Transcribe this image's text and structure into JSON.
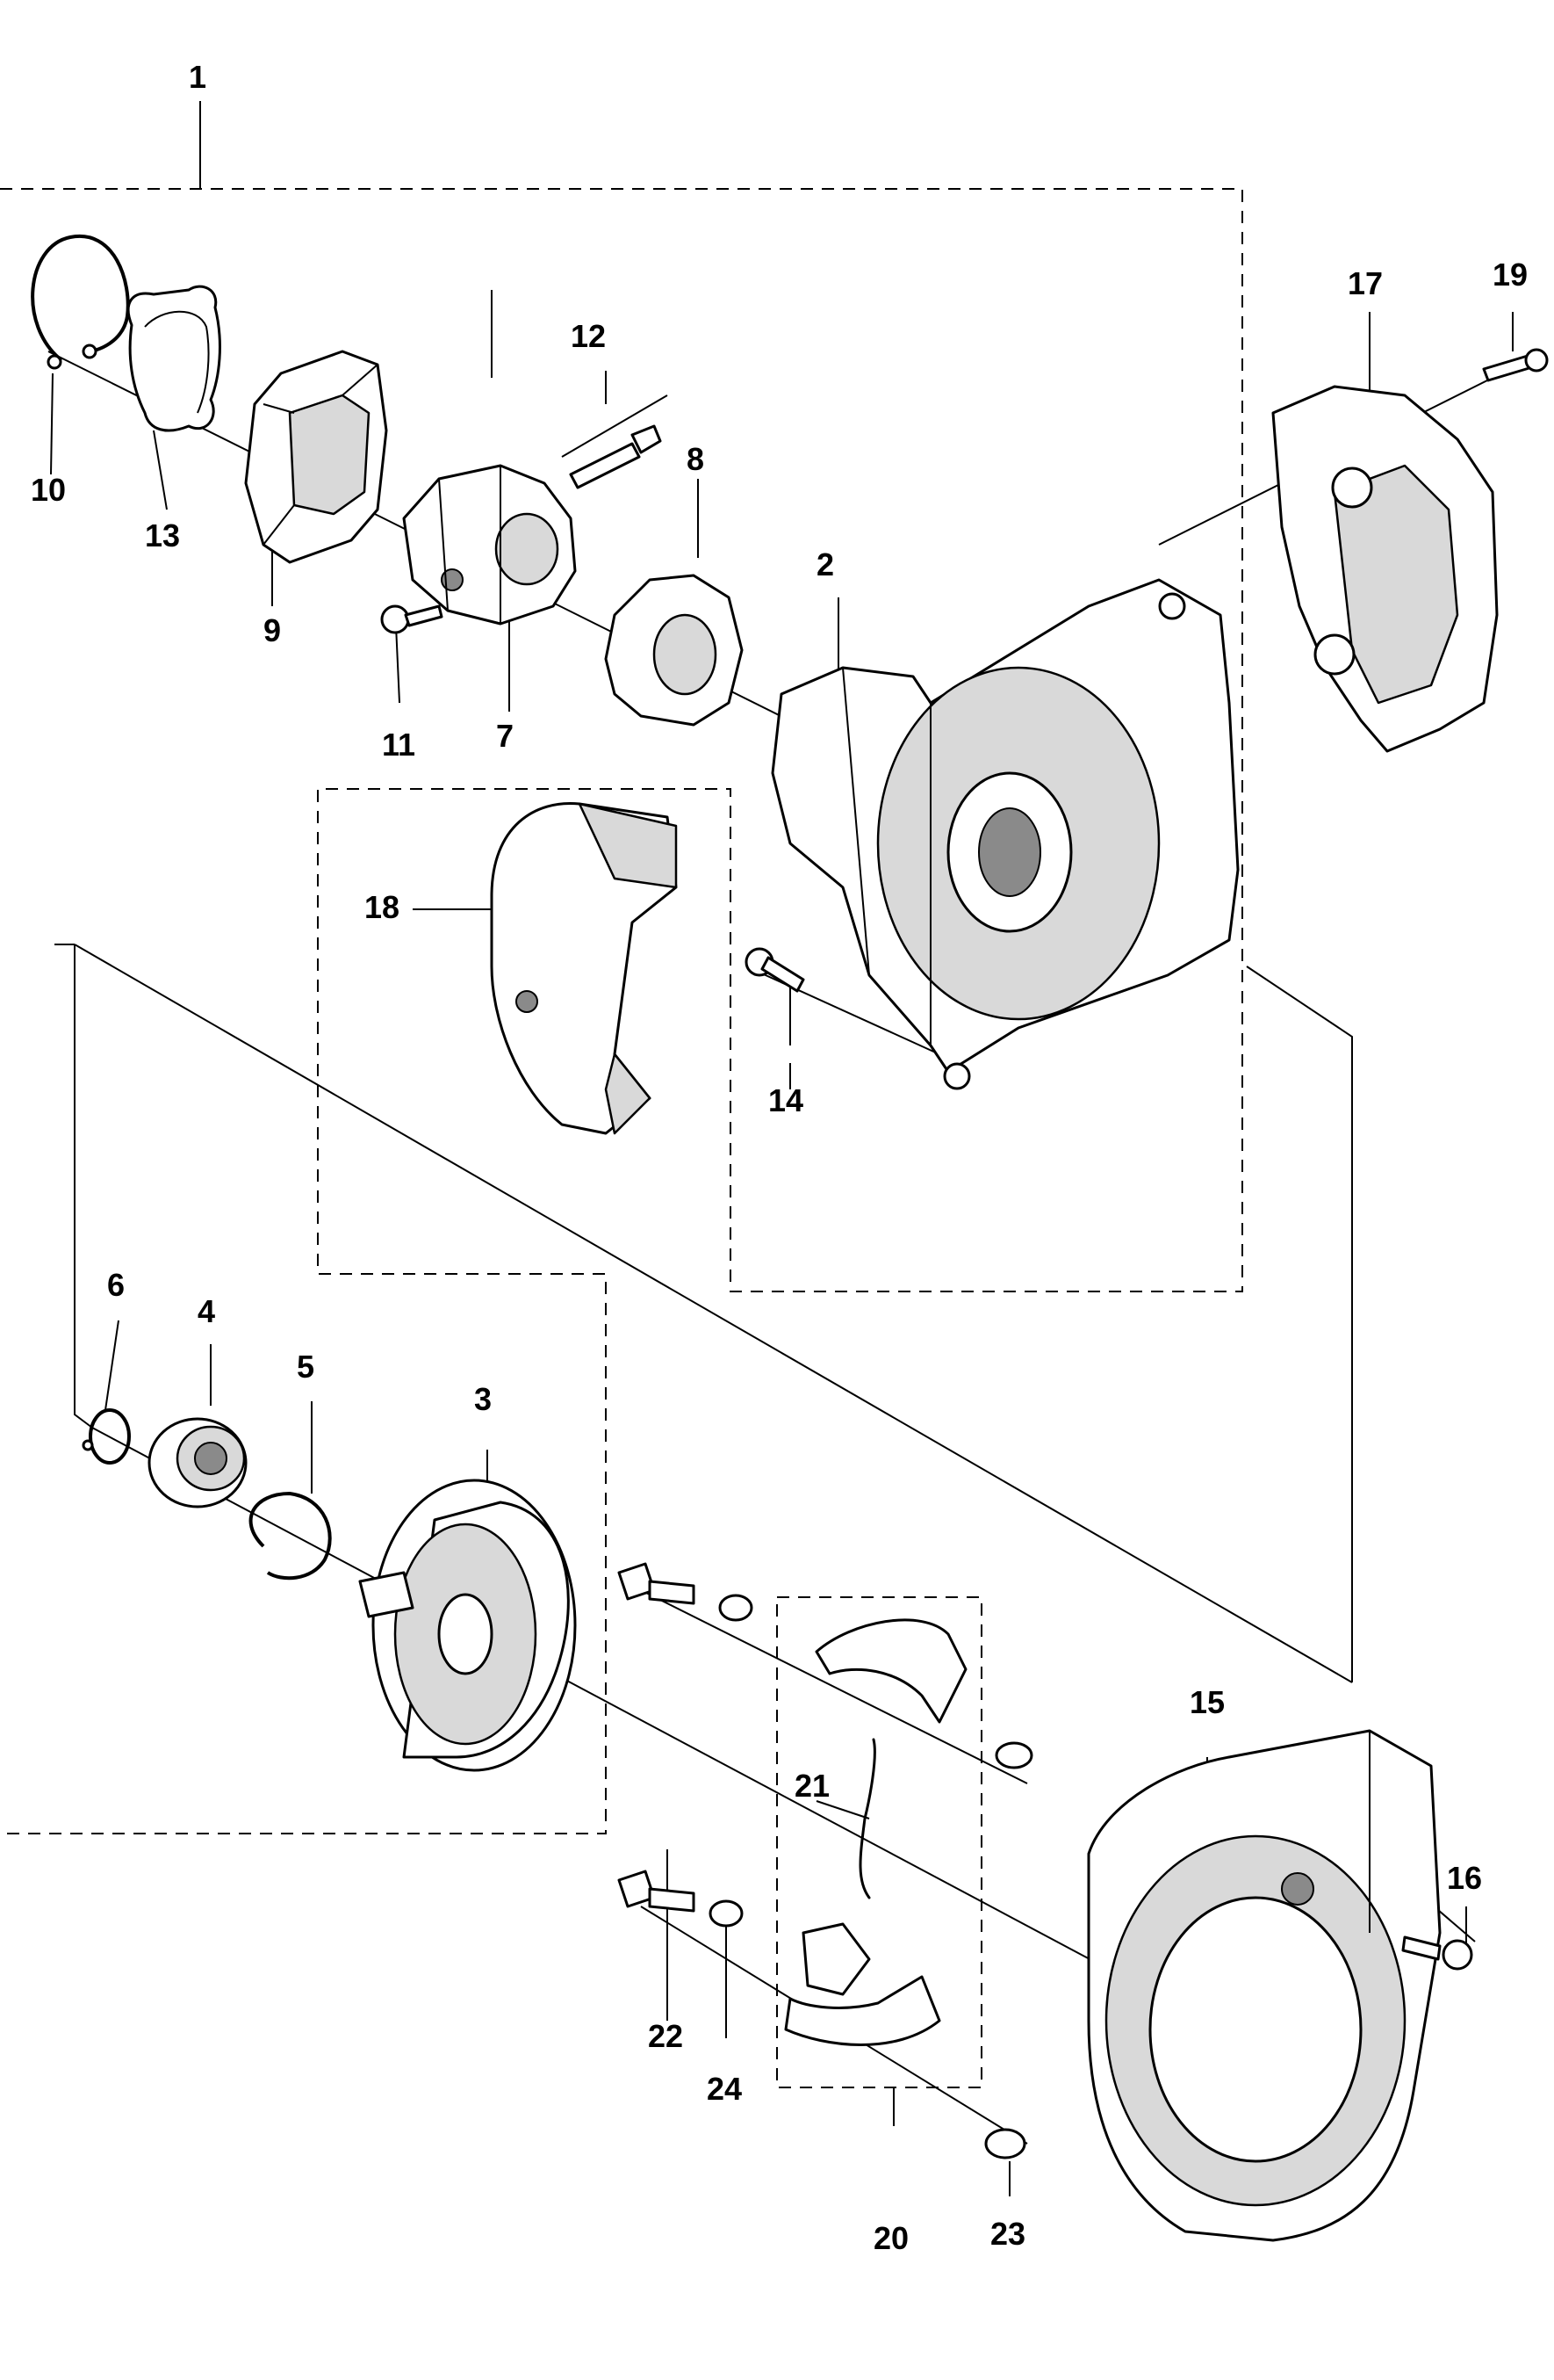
{
  "diagram": {
    "callouts": [
      "1",
      "2",
      "3",
      "4",
      "5",
      "6",
      "7",
      "8",
      "9",
      "10",
      "11",
      "12",
      "13",
      "14",
      "15",
      "16",
      "17",
      "18",
      "19",
      "20",
      "21",
      "22",
      "23",
      "24"
    ],
    "parts": [
      "retaining-ring",
      "gasket",
      "clutch-housing-half",
      "clutch-hub",
      "clutch-spacer",
      "clutch-cover",
      "fan-shroud",
      "bolt",
      "screw",
      "screw",
      "clutch-guard",
      "clutch-drum",
      "bearing",
      "snap-ring",
      "snap-ring",
      "fan-cover",
      "flange-bolt",
      "pivot-bolt",
      "washer",
      "clutch-shoe",
      "spring",
      "pivot-bolt",
      "washer",
      "clutch-shoe",
      "washer"
    ]
  }
}
